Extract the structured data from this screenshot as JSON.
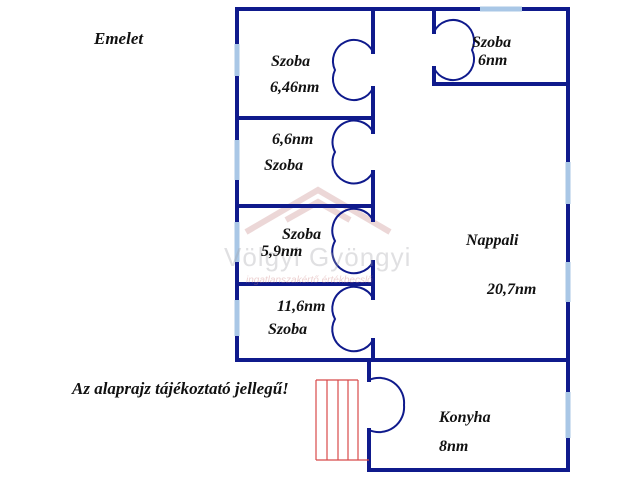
{
  "plan": {
    "title": "Emelet",
    "note": "Az alaprajz tájékoztató jellegű!",
    "colors": {
      "wall": "#0f1a8c",
      "window": "#a9c7e6",
      "stair": "#d84a4a",
      "watermark_roof": "#c98b8b"
    },
    "rooms": [
      {
        "id": "szoba-1",
        "name": "Szoba",
        "area": "6,46nm"
      },
      {
        "id": "szoba-2",
        "name": "Szoba",
        "area": "6nm"
      },
      {
        "id": "szoba-3",
        "name": "Szoba",
        "area": "6,6nm"
      },
      {
        "id": "szoba-4",
        "name": "Szoba",
        "area": "5,9nm"
      },
      {
        "id": "szoba-5",
        "name": "Szoba",
        "area": "11,6nm"
      },
      {
        "id": "nappali",
        "name": "Nappali",
        "area": "20,7nm"
      },
      {
        "id": "konyha",
        "name": "Konyha",
        "area": "8nm"
      }
    ],
    "watermark": {
      "name": "Völgyi Gyöngyi",
      "subtitle": "ingatlanszakértő értékbecslő"
    }
  }
}
